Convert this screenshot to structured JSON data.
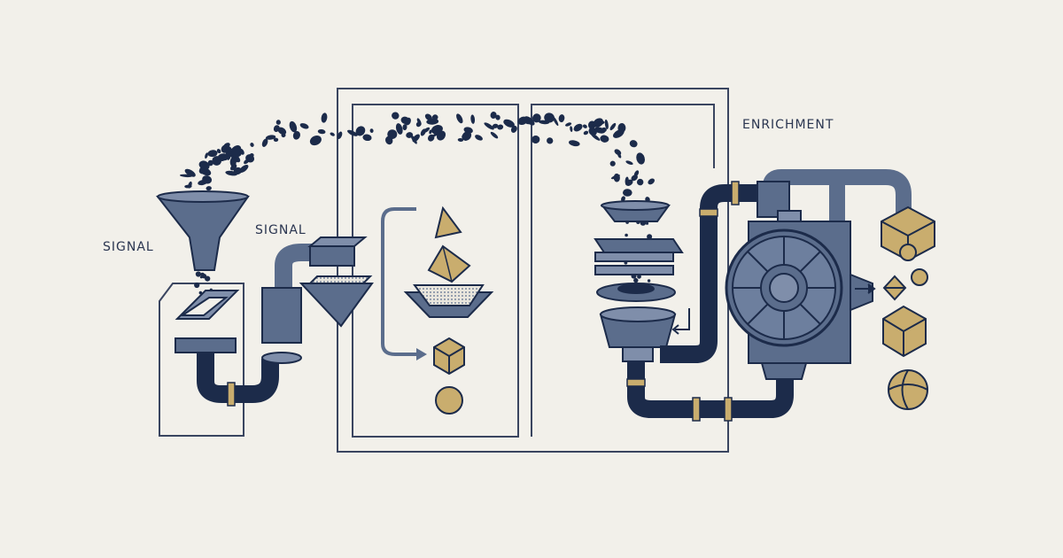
{
  "labels": {
    "signal_left": "SIGNAL",
    "signal_mid": "SIGNAL",
    "enrichment": "ENRICHMENT"
  },
  "palette": {
    "background": "#f2f0ea",
    "navy": "#1c2b4a",
    "slate": "#5b6d8c",
    "slate_light": "#7f8eaa",
    "gold": "#c9ad6e",
    "line": "#3a4560"
  }
}
